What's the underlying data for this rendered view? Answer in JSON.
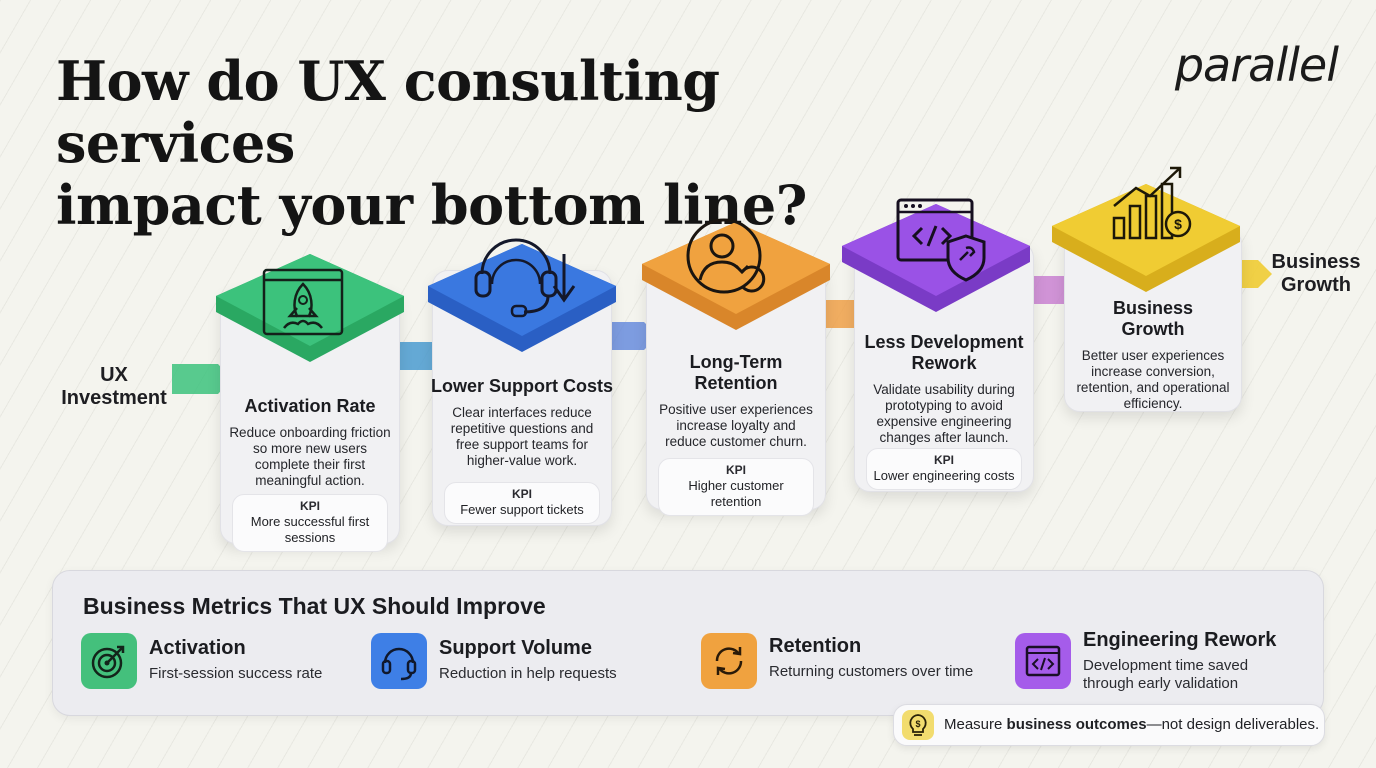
{
  "header": {
    "title_line1": "How do UX consulting services",
    "title_line2": "impact your bottom line?",
    "brand": "parallel"
  },
  "flow": {
    "start_label_line1": "UX",
    "start_label_line2": "Investment",
    "end_label_line1": "Business",
    "end_label_line2": "Growth"
  },
  "steps": [
    {
      "title": "Activation Rate",
      "description": "Reduce onboarding friction so more new users complete their first meaningful action.",
      "kpi_label": "KPI",
      "kpi_value": "More successful first sessions",
      "color": "#3cc27c",
      "icon": "rocket-icon"
    },
    {
      "title": "Lower Support Costs",
      "description": "Clear interfaces reduce repetitive questions and free support teams for higher-value work.",
      "kpi_label": "KPI",
      "kpi_value": "Fewer support tickets",
      "color": "#3a78e0",
      "icon": "headset-icon"
    },
    {
      "title_line1": "Long-Term",
      "title_line2": "Retention",
      "description": "Positive user experiences increase loyalty and reduce customer churn.",
      "kpi_label": "KPI",
      "kpi_value": "Higher customer retention",
      "color": "#f0a23f",
      "icon": "user-refresh-icon"
    },
    {
      "title_line1": "Less Development",
      "title_line2": "Rework",
      "description": "Validate usability during prototyping to avoid expensive engineering changes after launch.",
      "kpi_label": "KPI",
      "kpi_value": "Lower engineering costs",
      "color": "#9a52e6",
      "icon": "code-shield-icon"
    },
    {
      "title_line1": "Business",
      "title_line2": "Growth",
      "description": "Better user experiences increase conversion, retention, and operational efficiency.",
      "color": "#f0cc33",
      "icon": "growth-chart-icon"
    }
  ],
  "metrics": {
    "title": "Business Metrics That UX Should Improve",
    "items": [
      {
        "title": "Activation",
        "description": "First-session success rate",
        "color": "#44c07c",
        "icon": "target-icon"
      },
      {
        "title": "Support Volume",
        "description": "Reduction in help requests",
        "color": "#3e7fe6",
        "icon": "headset-icon"
      },
      {
        "title": "Retention",
        "description": "Returning customers over time",
        "color": "#f0a23f",
        "icon": "refresh-icon"
      },
      {
        "title": "Engineering Rework",
        "description_line1": "Development time saved",
        "description_line2": "through early validation",
        "color": "#a55cea",
        "icon": "code-window-icon"
      }
    ]
  },
  "tip": {
    "prefix": "Measure ",
    "emphasis": "business outcomes",
    "suffix": "—not design deliverables.",
    "icon": "lightbulb-dollar-icon"
  }
}
